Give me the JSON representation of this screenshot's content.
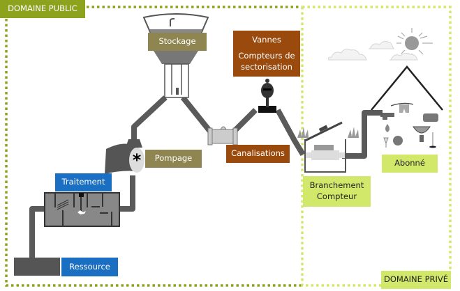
{
  "diagram": {
    "title": "Water distribution chain: public domain to private domain",
    "zones": {
      "public": {
        "label": "DOMAINE PUBLIC",
        "color": "#8da31d"
      },
      "prive": {
        "label": "DOMAINE PRIVÉ",
        "color": "#d2e86a"
      }
    },
    "stages": {
      "ressource": {
        "label": "Ressource",
        "color": "#1b6fc2"
      },
      "traitement": {
        "label": "Traitement",
        "color": "#1b6fc2"
      },
      "pompage": {
        "label": "Pompage",
        "color": "#8f8550"
      },
      "stockage": {
        "label": "Stockage",
        "color": "#8f8550"
      },
      "vannes": {
        "line1": "Vannes",
        "line2": "Compteurs de",
        "line3": "sectorisation",
        "color": "#9a4a0c"
      },
      "canalisations": {
        "label": "Canalisations",
        "color": "#9a4a0c"
      },
      "branchement": {
        "line1": "Branchement",
        "line2": "Compteur",
        "color": "#d2e86a"
      },
      "abonne": {
        "label": "Abonné",
        "color": "#d2e86a"
      }
    },
    "flow_order": [
      "Ressource",
      "Traitement",
      "Pompage",
      "Stockage",
      "Canalisations",
      "Vannes / Compteurs de sectorisation",
      "Branchement Compteur",
      "Abonné"
    ],
    "pipe_color": "#5a5a5a"
  }
}
